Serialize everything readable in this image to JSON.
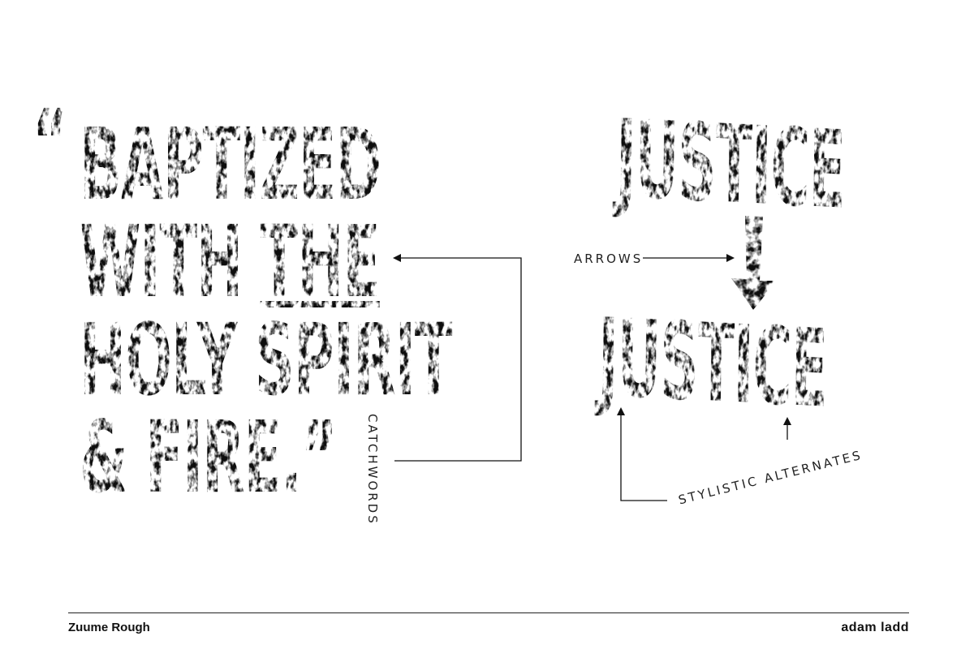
{
  "quote": {
    "open_mark": "“",
    "line1": "BAPTIZED",
    "line2_a": "WITH ",
    "line2_b": "THE",
    "line3": "HOLY SPIRIT",
    "line4": "& FIRE.”"
  },
  "justice": {
    "top": "JUSTICE",
    "bottom": "JUSTICE"
  },
  "labels": {
    "catchwords": "CATCHWORDS",
    "arrows": "ARROWS",
    "stylistic_alternates": "STYLISTIC ALTERNATES"
  },
  "footer": {
    "font_name": "Zuume Rough",
    "designer": "adam ladd"
  },
  "colors": {
    "ink": "#111111",
    "background": "#ffffff"
  }
}
